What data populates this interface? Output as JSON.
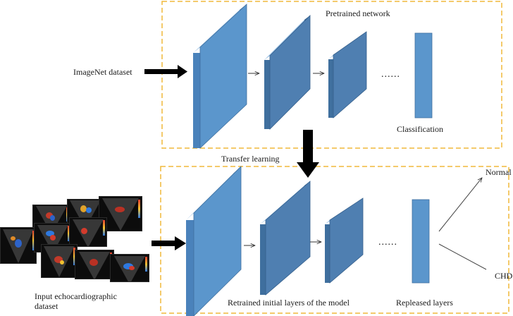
{
  "panels": {
    "pretrained": {
      "title": "Pretrained network"
    }
  },
  "labels": {
    "imagenet": "ImageNet dataset",
    "classification": "Classification",
    "transfer": "Transfer learning",
    "retrained": "Retrained initial layers of the model",
    "released": "Repleased layers",
    "normal": "Normal",
    "chd": "CHD",
    "input": "Input echocardiographic dataset",
    "ellipsis_top": "......",
    "ellipsis_bottom": "......"
  },
  "colors": {
    "dashed_border": "#f0b93a",
    "layer_front": "#5b96cc",
    "layer_front_dark": "#4f7fb1",
    "layer_side": "#3d6c9c",
    "layer_top": "#8cb8e0",
    "arrow": "#000000"
  },
  "icons": {
    "flow_arrow": "right-arrow-icon",
    "transfer_arrow": "down-arrow-icon"
  }
}
